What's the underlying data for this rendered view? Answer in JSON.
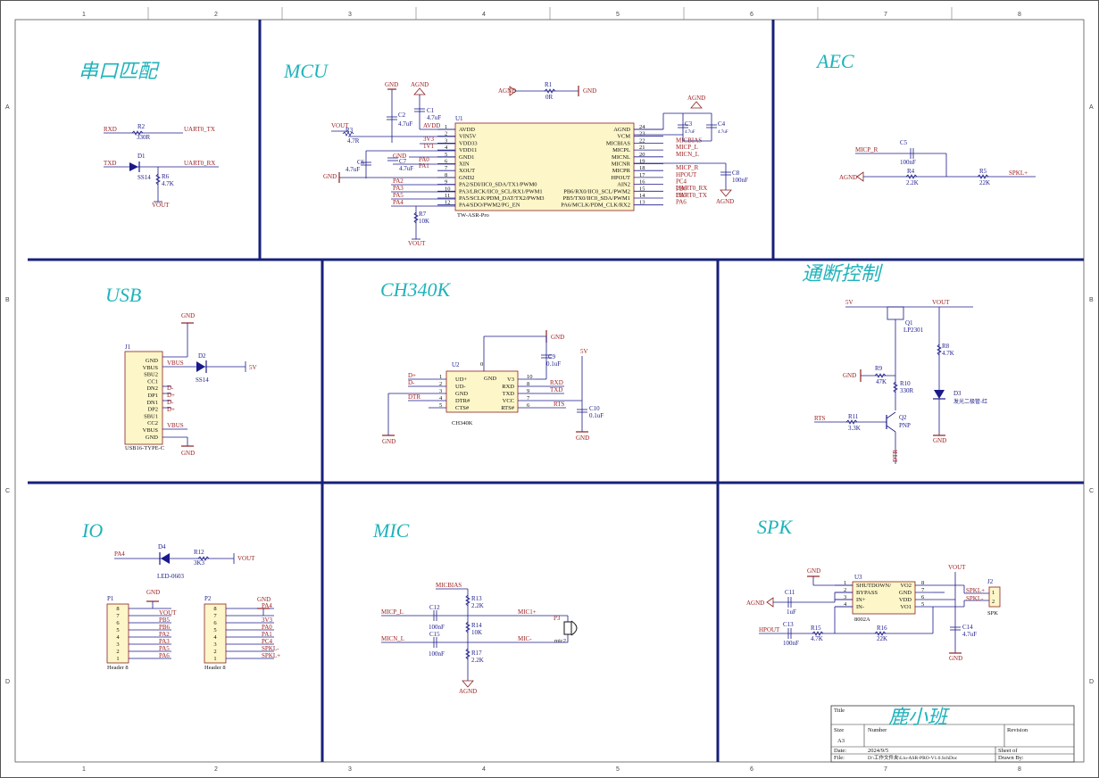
{
  "zones": {
    "columns": [
      "1",
      "2",
      "3",
      "4",
      "5",
      "6",
      "7",
      "8"
    ],
    "rows": [
      "A",
      "B",
      "C",
      "D"
    ]
  },
  "sections": {
    "uart": "串口匹配",
    "mcu": "MCU",
    "aec": "AEC",
    "usb": "USB",
    "ch340": "CH340K",
    "power": "通断控制",
    "io": "IO",
    "mic": "MIC",
    "spk": "SPK"
  },
  "uart": {
    "rxd": "RXD",
    "r2": "R2",
    "r2v": "330R",
    "tx": "UART0_TX",
    "txd": "TXD",
    "d1": "D1",
    "d1v": "SS14",
    "r6": "R6",
    "r6v": "4.7K",
    "rx": "UART0_RX",
    "vout": "VOUT"
  },
  "mcu": {
    "agnd_top": "AGND",
    "gnd_top": "GND",
    "c1": "C1",
    "c1v": "4.7uF",
    "c2": "C2",
    "c2v": "4.7uF",
    "vout": "VOUT",
    "r3": "R3",
    "r3v": "4.7R",
    "c6": "C6",
    "c6v": "4.7uF",
    "c7": "C7",
    "c7v": "4.7uF",
    "gnd_left": "GND",
    "avdd": "AVDD",
    "v3v3": "3V3",
    "v1v1": "1V1",
    "gnd_mid": "GND",
    "pa0": "PA0",
    "pa1": "PA1",
    "pa2": "PA2",
    "pa3": "PA3",
    "pa5": "PA5",
    "pa4": "PA4",
    "u1": "U1",
    "u1v": "TW-ASR-Pro",
    "r7": "R7",
    "r7v": "10K",
    "vout_bot": "VOUT",
    "r1_agnd": "AGND",
    "r1": "R1",
    "r1v": "0R",
    "r1_gnd": "GND",
    "agnd_right": "AGND",
    "c3": "C3",
    "c3v": "4.7uF",
    "c4": "C4",
    "c4v": "4.7uF",
    "c8": "C8",
    "c8v": "100nF",
    "agnd_bot": "AGND",
    "left_pins": [
      {
        "n": "1",
        "name": "AVDD"
      },
      {
        "n": "2",
        "name": "VIN5V"
      },
      {
        "n": "3",
        "name": "VDD33"
      },
      {
        "n": "4",
        "name": "VDD11"
      },
      {
        "n": "5",
        "name": "GND1"
      },
      {
        "n": "6",
        "name": "XIN"
      },
      {
        "n": "7",
        "name": "XOUT"
      },
      {
        "n": "8",
        "name": "GND2"
      },
      {
        "n": "9",
        "name": "PA2/SDI/IIC0_SDA/TX1/PWM0"
      },
      {
        "n": "10",
        "name": "PA3/LRCK/IIC0_SCL/RX1/PWM1"
      },
      {
        "n": "11",
        "name": "PA5/SCLK/PDM_DAT/TX2/PWM3"
      },
      {
        "n": "12",
        "name": "PA4/SDO/PWM2/PG_EN"
      }
    ],
    "right_pins": [
      {
        "n": "24",
        "name": "AGND",
        "net": ""
      },
      {
        "n": "23",
        "name": "VCM",
        "net": ""
      },
      {
        "n": "22",
        "name": "MICBIAS",
        "net": "MICBIAS"
      },
      {
        "n": "21",
        "name": "MICPL",
        "net": "MICP_L"
      },
      {
        "n": "20",
        "name": "MICNL",
        "net": "MICN_L"
      },
      {
        "n": "19",
        "name": "MICNR",
        "net": ""
      },
      {
        "n": "18",
        "name": "MICPR",
        "net": "MICP_R"
      },
      {
        "n": "17",
        "name": "HPOUT",
        "net": "HPOUT"
      },
      {
        "n": "16",
        "name": "AIN2",
        "net": "PC4"
      },
      {
        "n": "15",
        "name": "PB6/RX0/IIC0_SCL/PWM2",
        "net": "PB6"
      },
      {
        "n": "14",
        "name": "PB5/TX0/IIC0_SDA/PWM1",
        "net": "PB5"
      },
      {
        "n": "13",
        "name": "PA6/MCLK/PDM_CLK/RX2",
        "net": "PA6"
      }
    ],
    "uart_rx": "UART0_RX",
    "uart_tx": "UART0_TX"
  },
  "aec": {
    "micp_r": "MICP_R",
    "c5": "C5",
    "c5v": "100nF",
    "agnd": "AGND",
    "r4": "R4",
    "r4v": "2.2K",
    "r5": "R5",
    "r5v": "22K",
    "spkl": "SPKL+"
  },
  "usb": {
    "gnd_top": "GND",
    "j1": "J1",
    "vbus": "VBUS",
    "d2": "D2",
    "d2v": "SS14",
    "v5": "5V",
    "pins": [
      "GND",
      "VBUS",
      "SBU2",
      "CC1",
      "DN2",
      "DP1",
      "DN1",
      "DP2",
      "SBU1",
      "CC2",
      "VBUS",
      "GND"
    ],
    "nets": [
      "D-",
      "D+",
      "D-",
      "D+"
    ],
    "vbus2": "VBUS",
    "gnd_bot": "GND",
    "j1v": "USB16-TYPE-C"
  },
  "ch340": {
    "u2": "U2",
    "u2v": "CH340K",
    "dplus": "D+",
    "dminus": "D-",
    "dtr": "DTR",
    "gnd": "GND",
    "c9": "C9",
    "c9v": "0.1uF",
    "v5": "5V",
    "c10": "C10",
    "c10v": "0.1uF",
    "gnd2": "GND",
    "gnd3": "GND",
    "rxd": "RXD",
    "txd": "TXD",
    "rts": "RTS",
    "left_pins": [
      {
        "n": "1",
        "name": "UD+"
      },
      {
        "n": "2",
        "name": "UD-"
      },
      {
        "n": "3",
        "name": "GND"
      },
      {
        "n": "4",
        "name": "DTR#"
      },
      {
        "n": "5",
        "name": "CTS#"
      }
    ],
    "right_pins": [
      {
        "n": "10",
        "name": "V3"
      },
      {
        "n": "8",
        "name": "RXD"
      },
      {
        "n": "9",
        "name": "TXD"
      },
      {
        "n": "7",
        "name": "VCC"
      },
      {
        "n": "6",
        "name": "RTS#"
      }
    ],
    "gnd_pin": "GND",
    "gnd_num": "0"
  },
  "power": {
    "v5": "5V",
    "vout": "VOUT",
    "q1": "Q1",
    "q1v": "LP2301",
    "r8": "R8",
    "r8v": "4.7K",
    "gnd": "GND",
    "r9": "R9",
    "r9v": "47K",
    "r10": "R10",
    "r10v": "330R",
    "d3": "D3",
    "d3v": "发光二极管-红",
    "rts": "RTS",
    "r11": "R11",
    "r11v": "3.3K",
    "q2": "Q2",
    "q2v": "PNP",
    "gnd2": "GND",
    "dtr": "DTR"
  },
  "io": {
    "pa4": "PA4",
    "d4": "D4",
    "d4v": "LED-0603",
    "r12": "R12",
    "r12v": "3K3",
    "vout": "VOUT",
    "p1": "P1",
    "p1v": "Header 8",
    "p2": "P2",
    "p2v": "Header 8",
    "gnd1": "GND",
    "gnd2": "GND",
    "p1nets": [
      "",
      "VOUT",
      "PB5",
      "PB6",
      "PA2",
      "PA3",
      "PA5",
      "PA6"
    ],
    "p2nets": [
      "PA4",
      "",
      "3V3",
      "PA0",
      "PA1",
      "PC4",
      "SPKL-",
      "SPKL+"
    ],
    "pins": [
      "8",
      "7",
      "6",
      "5",
      "4",
      "3",
      "2",
      "1"
    ]
  },
  "mic": {
    "micbias": "MICBIAS",
    "r13": "R13",
    "r13v": "2.2K",
    "micp": "MICP_L",
    "c12": "C12",
    "c12v": "100nF",
    "micplus": "MIC1+",
    "r14": "R14",
    "r14v": "10K",
    "p3": "P3",
    "p3v": "mic2",
    "micn": "MICN_L",
    "c15": "C15",
    "c15v": "100nF",
    "micminus": "MIC-",
    "r17": "R17",
    "r17v": "2.2K",
    "agnd": "AGND"
  },
  "spk": {
    "gnd": "GND",
    "u3": "U3",
    "u3v": "8002A",
    "vout": "VOUT",
    "j2": "J2",
    "j2v": "SPK",
    "agnd": "AGND",
    "c11": "C11",
    "c11v": "1uF",
    "hpout": "HPOUT",
    "c13": "C13",
    "c13v": "100nF",
    "r15": "R15",
    "r15v": "4.7K",
    "r16": "R16",
    "r16v": "22K",
    "c14": "C14",
    "c14v": "4.7uF",
    "gnd2": "GND",
    "left_pins": [
      {
        "n": "1",
        "name": "SHUTDOWN/"
      },
      {
        "n": "2",
        "name": "BYPASS"
      },
      {
        "n": "3",
        "name": "IN+"
      },
      {
        "n": "4",
        "name": "IN-"
      }
    ],
    "right_pins": [
      {
        "n": "8",
        "name": "VO2"
      },
      {
        "n": "7",
        "name": "GND"
      },
      {
        "n": "6",
        "name": "VDD"
      },
      {
        "n": "5",
        "name": "VO1"
      }
    ],
    "spkp": "SPKL+",
    "spkn": "SPKL-",
    "j2p1": "1",
    "j2p2": "2"
  },
  "titleblock": {
    "title_label": "Title",
    "title": "鹿小班",
    "size_label": "Size",
    "size": "A3",
    "number_label": "Number",
    "revision_label": "Revision",
    "date_label": "Date:",
    "date": "2024/9/5",
    "sheet_label": "Sheet  of",
    "file_label": "File:",
    "file": "D:\\工作文件夹\\Liu-ASR-PRO-V1.0.SchDoc",
    "drawn_label": "Drawn By:"
  }
}
